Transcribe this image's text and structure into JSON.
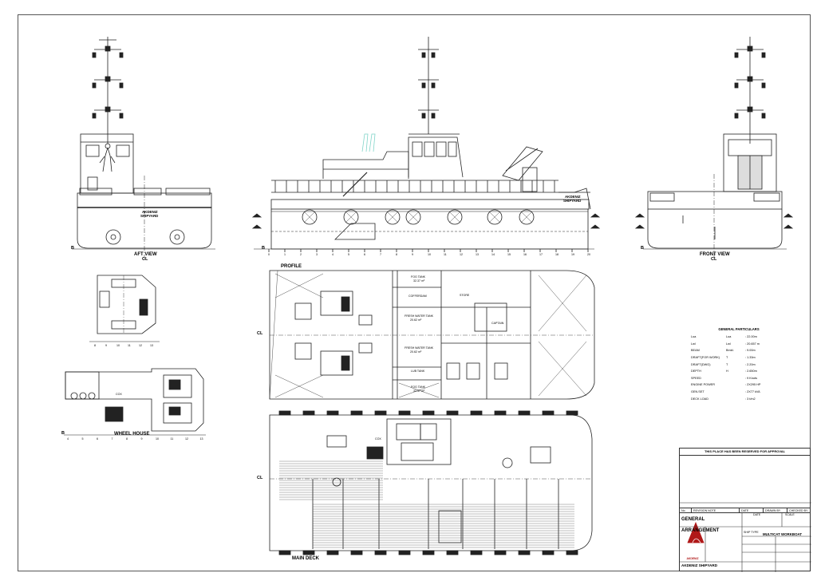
{
  "views": {
    "aft_view": "AFT VIEW",
    "aft_cl": "CL",
    "front_view": "FRONT VIEW",
    "front_cl": "CL",
    "profile": "PROFILE",
    "wheel_house": "WHEEL HOUSE",
    "main_deck": "MAIN DECK",
    "cl_lower": "CL",
    "cl_main": "CL",
    "b_aft": "B",
    "b_front": "B",
    "b_profile": "B",
    "b_wheel": "B"
  },
  "hull_marking": {
    "line1": "AKDENIZ",
    "line2": "SHIPYARD"
  },
  "frame_numbers": [
    "0",
    "1",
    "2",
    "3",
    "4",
    "5",
    "6",
    "7",
    "8",
    "9",
    "10",
    "11",
    "12",
    "13",
    "14",
    "15",
    "16",
    "17",
    "18",
    "19",
    "20"
  ],
  "wheelhouse_frames": [
    "8",
    "9",
    "10",
    "11",
    "12",
    "13"
  ],
  "wheelhouse_scale": [
    "4",
    "5",
    "6",
    "7",
    "8",
    "9",
    "10",
    "11",
    "12",
    "13"
  ],
  "compartments": {
    "fog1": "FOG TANK",
    "fog1_vol": "32.37 m³",
    "cofferdam": "COFFERDAM",
    "fw1": "FRESH WATER TANK",
    "fw1_vol": "20.62 m³",
    "fw2": "FRESH WATER TANK",
    "fw2_vol": "20.62 m³",
    "lub": "LUB TANK",
    "fog2": "FOG TANK",
    "fog2_vol": "32.37 m³",
    "store": "STORE",
    "captain": "CAPTAIN",
    "cox": "COX",
    "cox2": "COX"
  },
  "particulars": {
    "title": "GENERAL PARTICULARS",
    "rows": [
      {
        "name": "Loa",
        "sym": "Loa",
        "val": ": 22.00m"
      },
      {
        "name": "Lwl",
        "sym": "Lwl",
        "val": ": 20.657 m"
      },
      {
        "name": "BEAM",
        "sym": "Bmld.",
        "val": ": 9.00m"
      },
      {
        "name": "DRAFT(FOR WORK)",
        "sym": "T",
        "val": ": 1.33m"
      },
      {
        "name": "DRAFT(DWG)",
        "sym": "T",
        "val": ": 2.20m"
      },
      {
        "name": "DEPTH",
        "sym": "H",
        "val": ": 2.650m"
      },
      {
        "name": "SPEED",
        "sym": "",
        "val": ": 9 Knots"
      },
      {
        "name": "ENGINE POWER",
        "sym": "",
        "val": ": 2X295 HP"
      },
      {
        "name": "GEN.SET",
        "sym": "",
        "val": ": 2X77 kVA"
      },
      {
        "name": "DECK LOAD",
        "sym": "",
        "val": ": 3 t/m2"
      }
    ]
  },
  "title_block": {
    "reserved": "THIS PLACE HAS BEEN RESERVED FOR APPROVAL",
    "rev_headers": [
      "No",
      "REVISION NOTE",
      "DATE",
      "DRAWN BY",
      "CHECKED BY"
    ],
    "drawing_title": "GENERAL ARRANGEMENT",
    "date_label": "DATE",
    "scale_label": "SCALE",
    "ship_type_label": "SHIP TYPE",
    "ship_type": "MULTICAT WORKBOAT",
    "shipyard": "AKDENIZ SHIPYARD",
    "logo_name": "AKDENIZ"
  },
  "colors": {
    "line": "#222222",
    "logo": "#b01818",
    "accent": "#7fd4c8"
  }
}
